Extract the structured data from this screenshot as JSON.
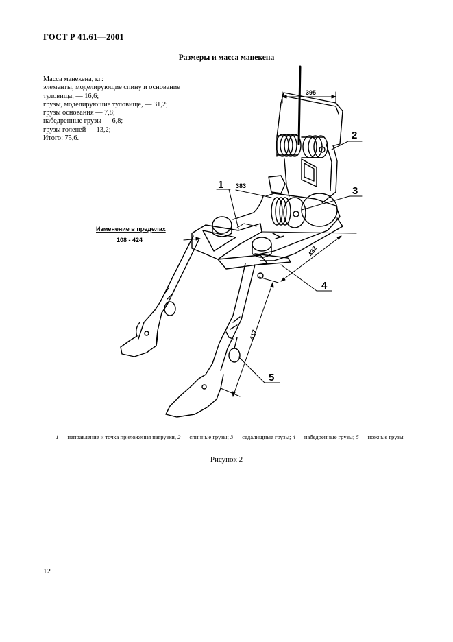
{
  "header": {
    "doc_code": "ГОСТ Р 41.61—2001"
  },
  "section_title": "Размеры и масса манекена",
  "mass_list": [
    "Масса манекена, кг:",
    "элементы, моделирующие спину и основание",
    "туловища, — 16,6;",
    "грузы, моделирующие туловище, — 31,2;",
    "грузы основания — 7,8;",
    "набедренные грузы — 6,8;",
    "грузы голеней — 13,2;",
    "Итого: 75,6."
  ],
  "figure": {
    "callouts": [
      "1",
      "2",
      "3",
      "4",
      "5"
    ],
    "dimensions": {
      "back_width": "395",
      "seat_offset": "383",
      "adjust_label": "Изменение в пределах",
      "adjust_range": "108 - 424",
      "thigh_length": "432",
      "shin_length": "417"
    }
  },
  "caption": {
    "items": [
      {
        "num": "1",
        "text": " — направление и точка приложения нагрузки, "
      },
      {
        "num": "2",
        "text": " — спинные грузы; "
      },
      {
        "num": "3",
        "text": " — седалищные грузы; "
      },
      {
        "num": "4",
        "text": " — набедренные грузы; "
      },
      {
        "num": "5",
        "text": " — ножные грузы"
      }
    ]
  },
  "figure_label": "Рисунок 2",
  "page_number": "12"
}
